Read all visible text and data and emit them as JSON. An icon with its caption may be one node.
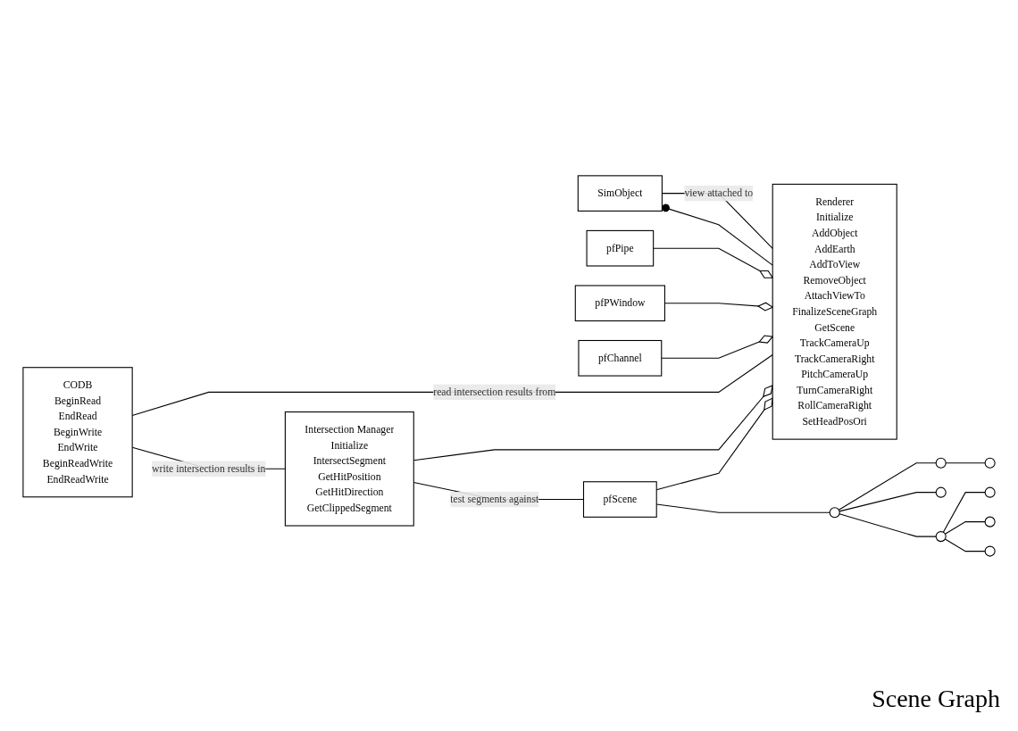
{
  "diagram": {
    "nodes": [
      {
        "text": [
          "SimObject"
        ]
      },
      {
        "text": [
          "Renderer",
          "Initialize",
          "AddObject",
          "AddEarth",
          "AddToView",
          "RemoveObject",
          "AttachViewTo",
          "FinalizeSceneGraph",
          "GetScene",
          "TrackCameraUp",
          "TrackCameraRight",
          "PitchCameraUp",
          "TurnCameraRight",
          "RollCameraRight",
          "SetHeadPosOri"
        ]
      },
      {
        "text": [
          "pfPipe"
        ]
      },
      {
        "text": [
          "pfPWindow"
        ]
      },
      {
        "text": [
          "pfChannel"
        ]
      },
      {
        "text": [
          "pfScene"
        ]
      },
      {
        "text": [
          "CODB",
          "BeginRead",
          "EndRead",
          "BeginWrite",
          "EndWrite",
          "BeginReadWrite",
          "EndReadWrite"
        ]
      },
      {
        "text": [
          "Intersection Manager",
          "Initialize",
          "IntersectSegment",
          "GetHitPosition",
          "GetHitDirection",
          "GetClippedSegment"
        ]
      },
      {
        "text": [],
        "shape": "circle"
      },
      {
        "text": [],
        "shape": "circle"
      },
      {
        "text": [],
        "shape": "circle"
      },
      {
        "text": [],
        "shape": "circle"
      },
      {
        "text": [],
        "shape": "circle"
      },
      {
        "text": [],
        "shape": "circle"
      },
      {
        "text": [],
        "shape": "circle"
      },
      {
        "text": [],
        "shape": "circle"
      }
    ],
    "edges": [
      {
        "from": 1,
        "to": 0,
        "arrow": "other"
      },
      {
        "from": 0,
        "to": 1,
        "arrow": "none",
        "label": "view attached to"
      },
      {
        "from": 2,
        "to": 1,
        "arrow": "other"
      },
      {
        "from": 3,
        "to": 1,
        "arrow": "other"
      },
      {
        "from": 4,
        "to": 1,
        "arrow": "other"
      },
      {
        "from": 5,
        "to": 1,
        "arrow": "other"
      },
      {
        "from": 5,
        "to": 8,
        "arrow": "none"
      },
      {
        "from": 8,
        "to": 9,
        "arrow": "none"
      },
      {
        "from": 8,
        "to": 10,
        "arrow": "none"
      },
      {
        "from": 8,
        "to": 11,
        "arrow": "none"
      },
      {
        "from": 9,
        "to": 12,
        "arrow": "none"
      },
      {
        "from": 11,
        "to": 13,
        "arrow": "none"
      },
      {
        "from": 11,
        "to": 14,
        "arrow": "none"
      },
      {
        "from": 11,
        "to": 15,
        "arrow": "none"
      },
      {
        "from": 6,
        "to": 1,
        "arrow": "none",
        "label": "read intersection results from"
      },
      {
        "from": 7,
        "to": 1,
        "arrow": "other"
      },
      {
        "from": 6,
        "to": 7,
        "arrow": "none",
        "label": "write intersection results in"
      },
      {
        "from": 7,
        "to": 5,
        "arrow": "none",
        "label": "test segments against"
      }
    ],
    "labels": [
      "Scene Graph"
    ]
  }
}
